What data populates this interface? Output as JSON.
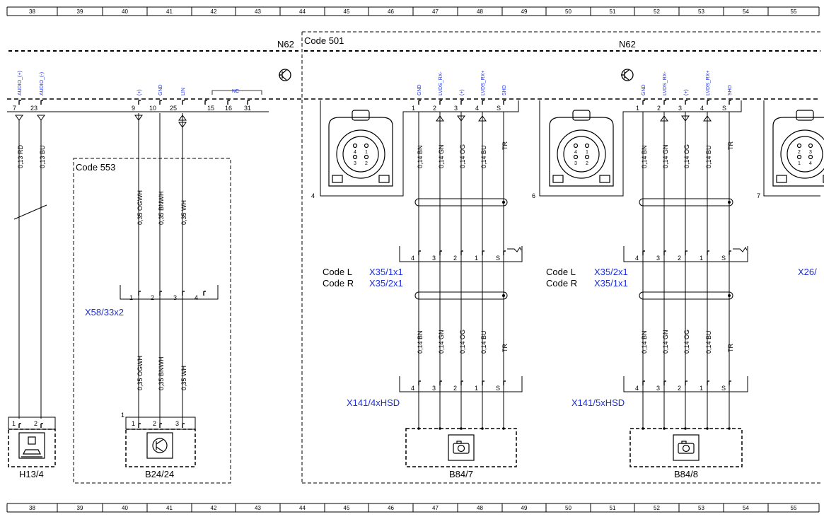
{
  "ruler": [
    "38",
    "39",
    "40",
    "41",
    "42",
    "43",
    "44",
    "45",
    "46",
    "47",
    "48",
    "49",
    "50",
    "51",
    "52",
    "53",
    "54",
    "55"
  ],
  "n62_label": "N62",
  "code501": "Code 501",
  "code553": "Code 553",
  "nc": "NC",
  "head_left": [
    {
      "pin": "7",
      "sig": "AUDIO_(+)"
    },
    {
      "pin": "23",
      "sig": "AUDIO_(-)"
    },
    {
      "pin": "9",
      "sig": "(+)"
    },
    {
      "pin": "10",
      "sig": "GND"
    },
    {
      "pin": "25",
      "sig": "LIN"
    },
    {
      "pin": "15",
      "sig": ""
    },
    {
      "pin": "16",
      "sig": ""
    },
    {
      "pin": "31",
      "sig": ""
    }
  ],
  "head_cam_signals": [
    "GND",
    "LVDS_RX-",
    "(+)",
    "LVDS_RX+",
    "SHD"
  ],
  "head_cam_pins_a": [
    "1",
    "2",
    "3",
    "4",
    "S"
  ],
  "plug_pins_rev": [
    "4",
    "3",
    "2",
    "1",
    "S"
  ],
  "wires_left": [
    "0,13 RD",
    "0,13 BU"
  ],
  "wires_553_top": [
    "0,35 OGWH",
    "0,35 BNWH",
    "0,35 WH"
  ],
  "wires_553_bottom": [
    "0,35 OGWH",
    "0,35 BNWH",
    "0,35 WH"
  ],
  "wires_cam": [
    "0,14 BN",
    "0,14 GN",
    "0,14 OG",
    "0,14 BU",
    "TR"
  ],
  "x58": {
    "label": "X58/33x2",
    "pins": [
      "1",
      "2",
      "3",
      "4"
    ]
  },
  "h13": {
    "label": "H13/4",
    "pins": [
      "1",
      "2"
    ]
  },
  "b24": {
    "label": "B24/24",
    "pins": [
      "1",
      "2",
      "3"
    ],
    "num": "1"
  },
  "cam1": {
    "conn_num": "4",
    "codeL": "Code L",
    "codeR": "Code R",
    "xL": "X35/1x1",
    "xR": "X35/2x1",
    "x141": "X141/4xHSD",
    "b84": "B84/7",
    "conn_pins": [
      "4",
      "1",
      "3",
      "2"
    ]
  },
  "cam2": {
    "conn_num": "6",
    "codeL": "Code L",
    "codeR": "Code R",
    "xL": "X35/2x1",
    "xR": "X35/1x1",
    "x141": "X141/5xHSD",
    "b84": "B84/8",
    "conn_pins": [
      "4",
      "1",
      "3",
      "2"
    ]
  },
  "cam3": {
    "conn_num": "7",
    "xL": "X26/",
    "conn_pins": [
      "2",
      "3",
      "1",
      "4"
    ]
  }
}
